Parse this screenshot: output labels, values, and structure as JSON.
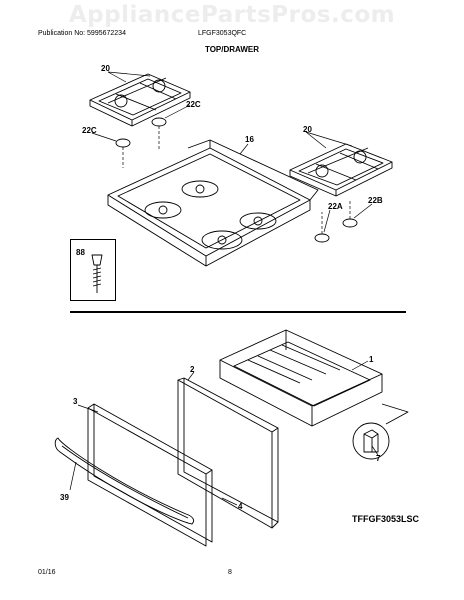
{
  "watermark": "AppliancePartsPros.com",
  "header": {
    "publication": "Publication No: 5995672234",
    "model": "LFGF3053QFC",
    "section": "TOP/DRAWER"
  },
  "footer": {
    "date": "01/16",
    "page": "8",
    "code": "TFFGF3053LSC"
  },
  "callouts": {
    "grate_left": "20",
    "grate_right": "20",
    "foot_c_right": "22C",
    "foot_c_left": "22C",
    "cooktop": "16",
    "foot_a": "22A",
    "foot_b": "22B",
    "leveler": "88",
    "drawer_body": "1",
    "drawer_liner": "2",
    "drawer_panel": "3",
    "drawer_handle": "39",
    "drawer_back": "4",
    "glide": "7"
  }
}
